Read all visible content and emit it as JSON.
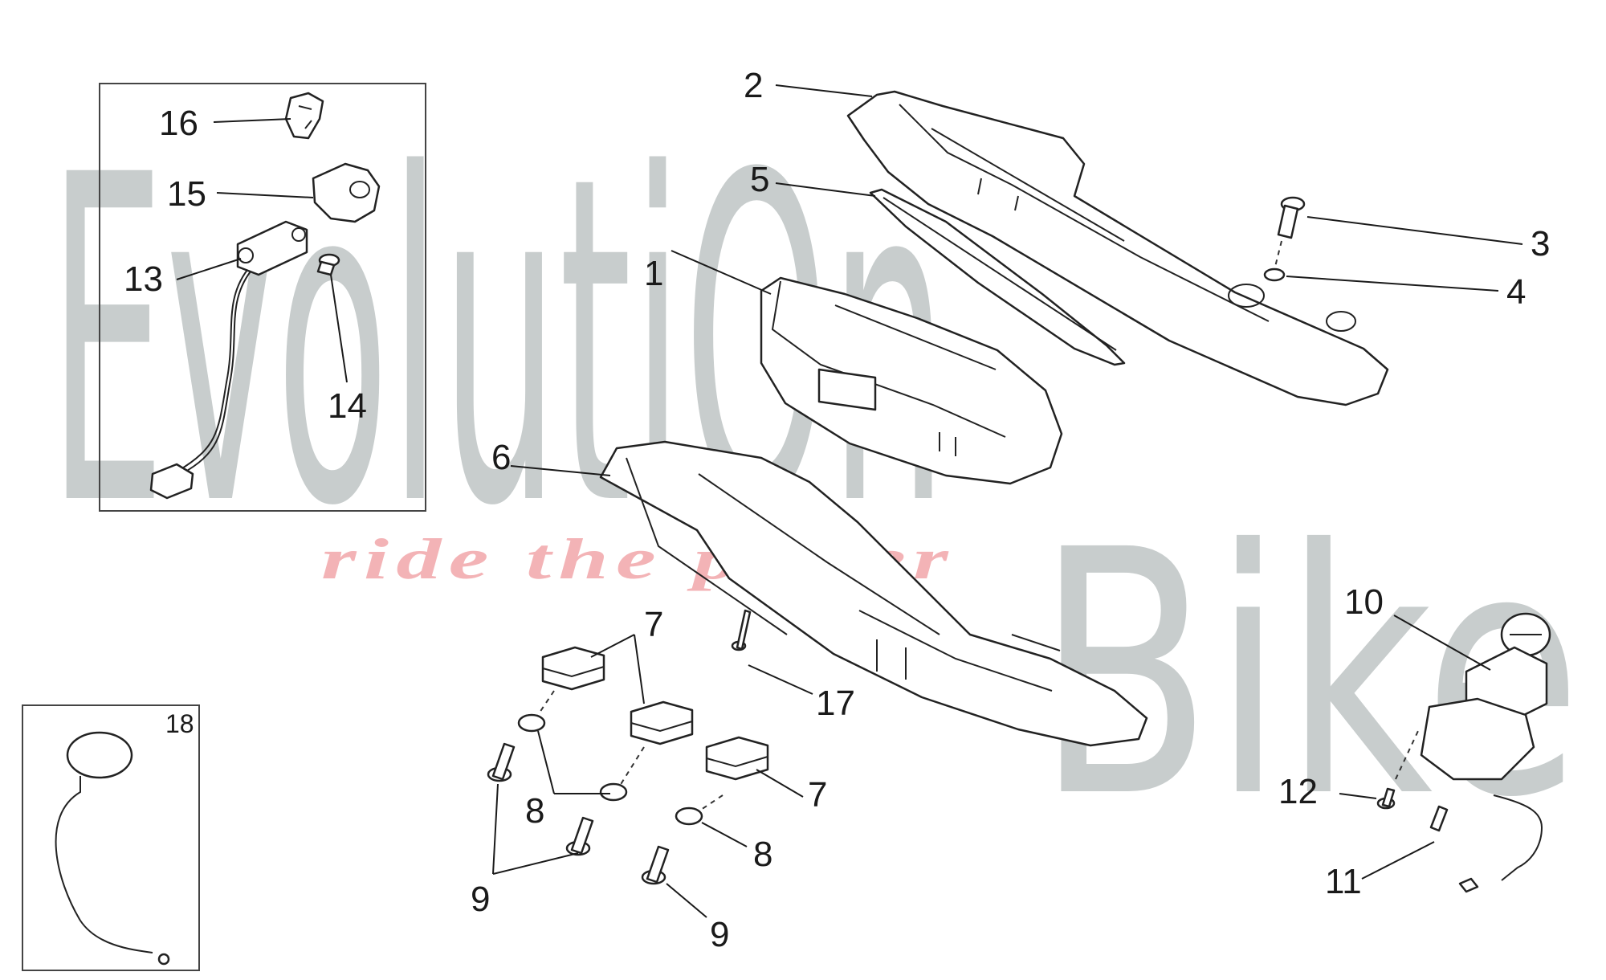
{
  "watermark": {
    "brand_line1": "EvolutiOn",
    "brand_line2": "Bike",
    "slogan": "ride the power"
  },
  "callouts": {
    "c1": "1",
    "c2": "2",
    "c3": "3",
    "c4": "4",
    "c5": "5",
    "c6": "6",
    "c7a": "7",
    "c7b": "7",
    "c8a": "8",
    "c8b": "8",
    "c9a": "9",
    "c9b": "9",
    "c10": "10",
    "c11": "11",
    "c12": "12",
    "c13": "13",
    "c14": "14",
    "c15": "15",
    "c16": "16",
    "c17": "17",
    "c18": "18"
  },
  "colors": {
    "watermark_gray": "#c8cdcd",
    "slogan_pink": "#f3b3b6",
    "line": "#1a1a1a"
  }
}
